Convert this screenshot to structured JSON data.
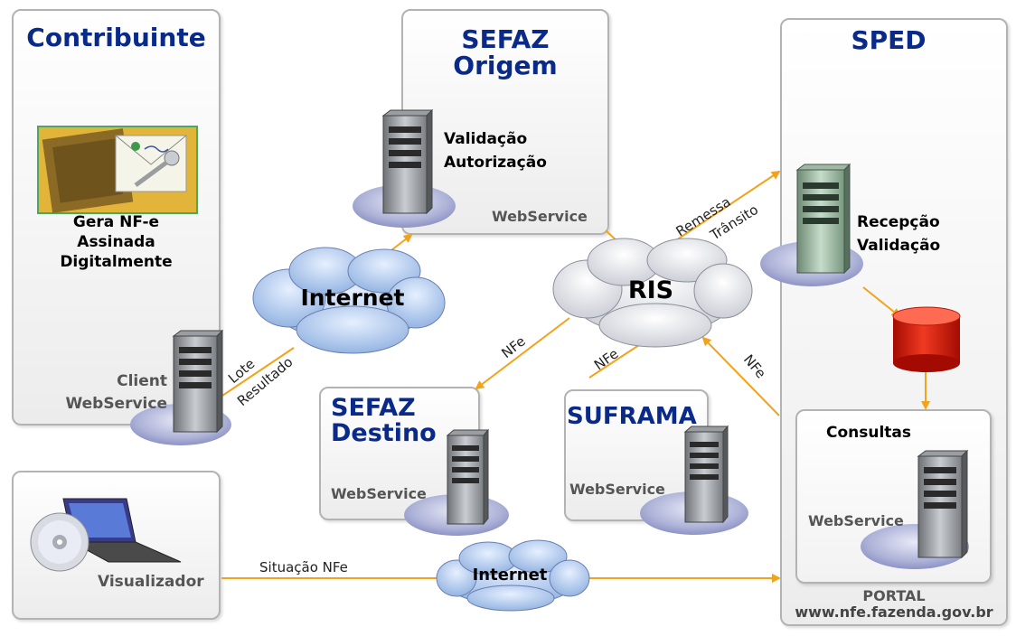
{
  "contribuinte": {
    "title": "Contribuinte",
    "desc": [
      "Gera NF-e",
      "Assinada",
      "Digitalmente"
    ],
    "client": [
      "Client",
      "WebService"
    ]
  },
  "sefaz_origem": {
    "title": [
      "SEFAZ",
      "Origem"
    ],
    "lines": [
      "Validação",
      "Autorização"
    ],
    "webservice": "WebService"
  },
  "sped": {
    "title": "SPED",
    "lines": [
      "Recepção",
      "Validação"
    ]
  },
  "consultas": {
    "title": "Consultas",
    "webservice": "WebService"
  },
  "portal": {
    "label": "PORTAL",
    "url": "www.nfe.fazenda.gov.br"
  },
  "sefaz_destino": {
    "title": [
      "SEFAZ",
      "Destino"
    ],
    "webservice": "WebService"
  },
  "suframa": {
    "title": "SUFRAMA",
    "webservice": "WebService"
  },
  "visualizador": {
    "label": "Visualizador"
  },
  "clouds": {
    "internet_top": "Internet",
    "ris": "RIS",
    "internet_bottom": "Internet"
  },
  "edge_labels": {
    "lote": "Lote",
    "resultado": "Resultado",
    "remessa": "Remessa",
    "transito": "Trânsito",
    "nfe_destino": "NFe",
    "nfe_suframa": "NFe",
    "nfe_portal": "NFe",
    "situacao": "Situação NFe"
  },
  "colors": {
    "title": "#0a2a8a",
    "arrow": "#f2a31b",
    "database": "#d81a0a"
  }
}
